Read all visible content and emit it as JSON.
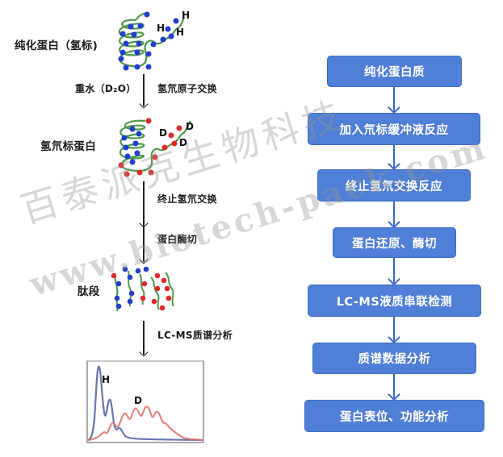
{
  "left_workflow": {
    "stages": [
      {
        "label": "纯化蛋白（氢标)"
      },
      {
        "label": "氢氘标蛋白"
      },
      {
        "label": "肽段"
      }
    ],
    "steps": [
      {
        "left_label": "重水（D₂O）",
        "right_label": "氢氘原子交换"
      },
      {
        "right_label": "终止氢氘交换"
      },
      {
        "right_label": "蛋白酶切"
      },
      {
        "right_label": "LC-MS质谱分析"
      }
    ],
    "protein_h_labels": [
      "H",
      "H",
      "H"
    ],
    "protein_d_labels": [
      "D",
      "D",
      "D"
    ],
    "colors": {
      "backbone": "#4f9a4a",
      "hydrogen": "#1f3fd0",
      "deuterium": "#e02a2a"
    }
  },
  "spectrum": {
    "h_label": "H",
    "d_label": "D",
    "colors": {
      "h": "#5b67a6",
      "d": "#e0706a",
      "frame": "#aaaaaa"
    }
  },
  "right_flowchart": {
    "box_color": "#4f7fd6",
    "arrow_color": "#3c6bc9",
    "steps": [
      {
        "label": "纯化蛋白质"
      },
      {
        "label": "加入氘标缓冲液反应"
      },
      {
        "label": "终止氢氘交换反应"
      },
      {
        "label": "蛋白还原、酶切"
      },
      {
        "label": "LC-MS液质串联检测"
      },
      {
        "label": "质谱数据分析"
      },
      {
        "label": "蛋白表位、功能分析"
      }
    ]
  },
  "watermark": {
    "company": "百泰派克生物科技",
    "url": "www.biotech-pack.com"
  }
}
